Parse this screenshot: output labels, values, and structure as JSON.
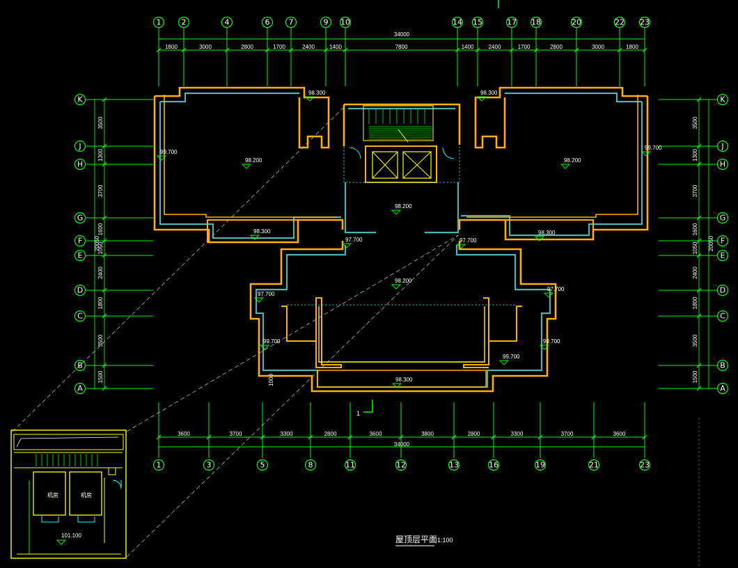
{
  "drawing": {
    "title": "屋顶层平面",
    "scale": "1:100",
    "section_mark": "1"
  },
  "colors": {
    "background": "#000000",
    "grid": "#00ff00",
    "wall_outer": "#ffb000",
    "wall_inner": "#4fb3b3",
    "text": "#ffffff",
    "cyan_dashed": "#2fd0e0"
  },
  "axes_top": [
    "1",
    "2",
    "4",
    "6",
    "7",
    "9",
    "10",
    "14",
    "15",
    "17",
    "18",
    "20",
    "22",
    "23"
  ],
  "axes_bottom": [
    "1",
    "3",
    "5",
    "8",
    "11",
    "12",
    "13",
    "16",
    "19",
    "21",
    "23"
  ],
  "axes_left": [
    "K",
    "J",
    "H",
    "G",
    "F",
    "E",
    "D",
    "C",
    "B",
    "A"
  ],
  "axes_right": [
    "K",
    "J",
    "H",
    "G",
    "F",
    "E",
    "D",
    "C",
    "B",
    "A"
  ],
  "dims_top_total": "34000",
  "dims_top": [
    "1800",
    "3000",
    "2800",
    "1700",
    "2400",
    "1400",
    "7800",
    "1400",
    "2400",
    "1700",
    "2800",
    "3000",
    "1800"
  ],
  "dims_bottom_total": "34000",
  "dims_bottom": [
    "3600",
    "3700",
    "3300",
    "2800",
    "3600",
    "3800",
    "2800",
    "3300",
    "3700",
    "3600"
  ],
  "dims_left_total": "20050",
  "dims_left": [
    "3500",
    "1300",
    "3700",
    "1600",
    "1050",
    "2400",
    "1800",
    "3500",
    "1500"
  ],
  "dims_right_total": "20050",
  "dims_right": [
    "3500",
    "1300",
    "3700",
    "1600",
    "1050",
    "2400",
    "1800",
    "3500",
    "1500"
  ],
  "dim_1000": "1000",
  "elevations": [
    {
      "label": "98.300",
      "id": "elev-top-left"
    },
    {
      "label": "98.300",
      "id": "elev-top-right"
    },
    {
      "label": "99.700",
      "id": "elev-left-wing"
    },
    {
      "label": "98.200",
      "id": "elev-left-room"
    },
    {
      "label": "98.200",
      "id": "elev-right-room"
    },
    {
      "label": "99.700",
      "id": "elev-right-wing"
    },
    {
      "label": "98.200",
      "id": "elev-core"
    },
    {
      "label": "98.300",
      "id": "elev-left-balcony"
    },
    {
      "label": "98.300",
      "id": "elev-right-balcony"
    },
    {
      "label": "97.700",
      "id": "elev-core-left"
    },
    {
      "label": "97.700",
      "id": "elev-core-right"
    },
    {
      "label": "98.200",
      "id": "elev-south"
    },
    {
      "label": "97.700",
      "id": "elev-south-left"
    },
    {
      "label": "97.700",
      "id": "elev-south-right"
    },
    {
      "label": "99.700",
      "id": "elev-south-left-low"
    },
    {
      "label": "99.700",
      "id": "elev-south-right-low"
    },
    {
      "label": "99.700",
      "id": "elev-south-right-inner"
    },
    {
      "label": "98.300",
      "id": "elev-bottom"
    }
  ],
  "detail": {
    "elevation": "101.100",
    "room_left": "机房",
    "room_right": "机房"
  }
}
